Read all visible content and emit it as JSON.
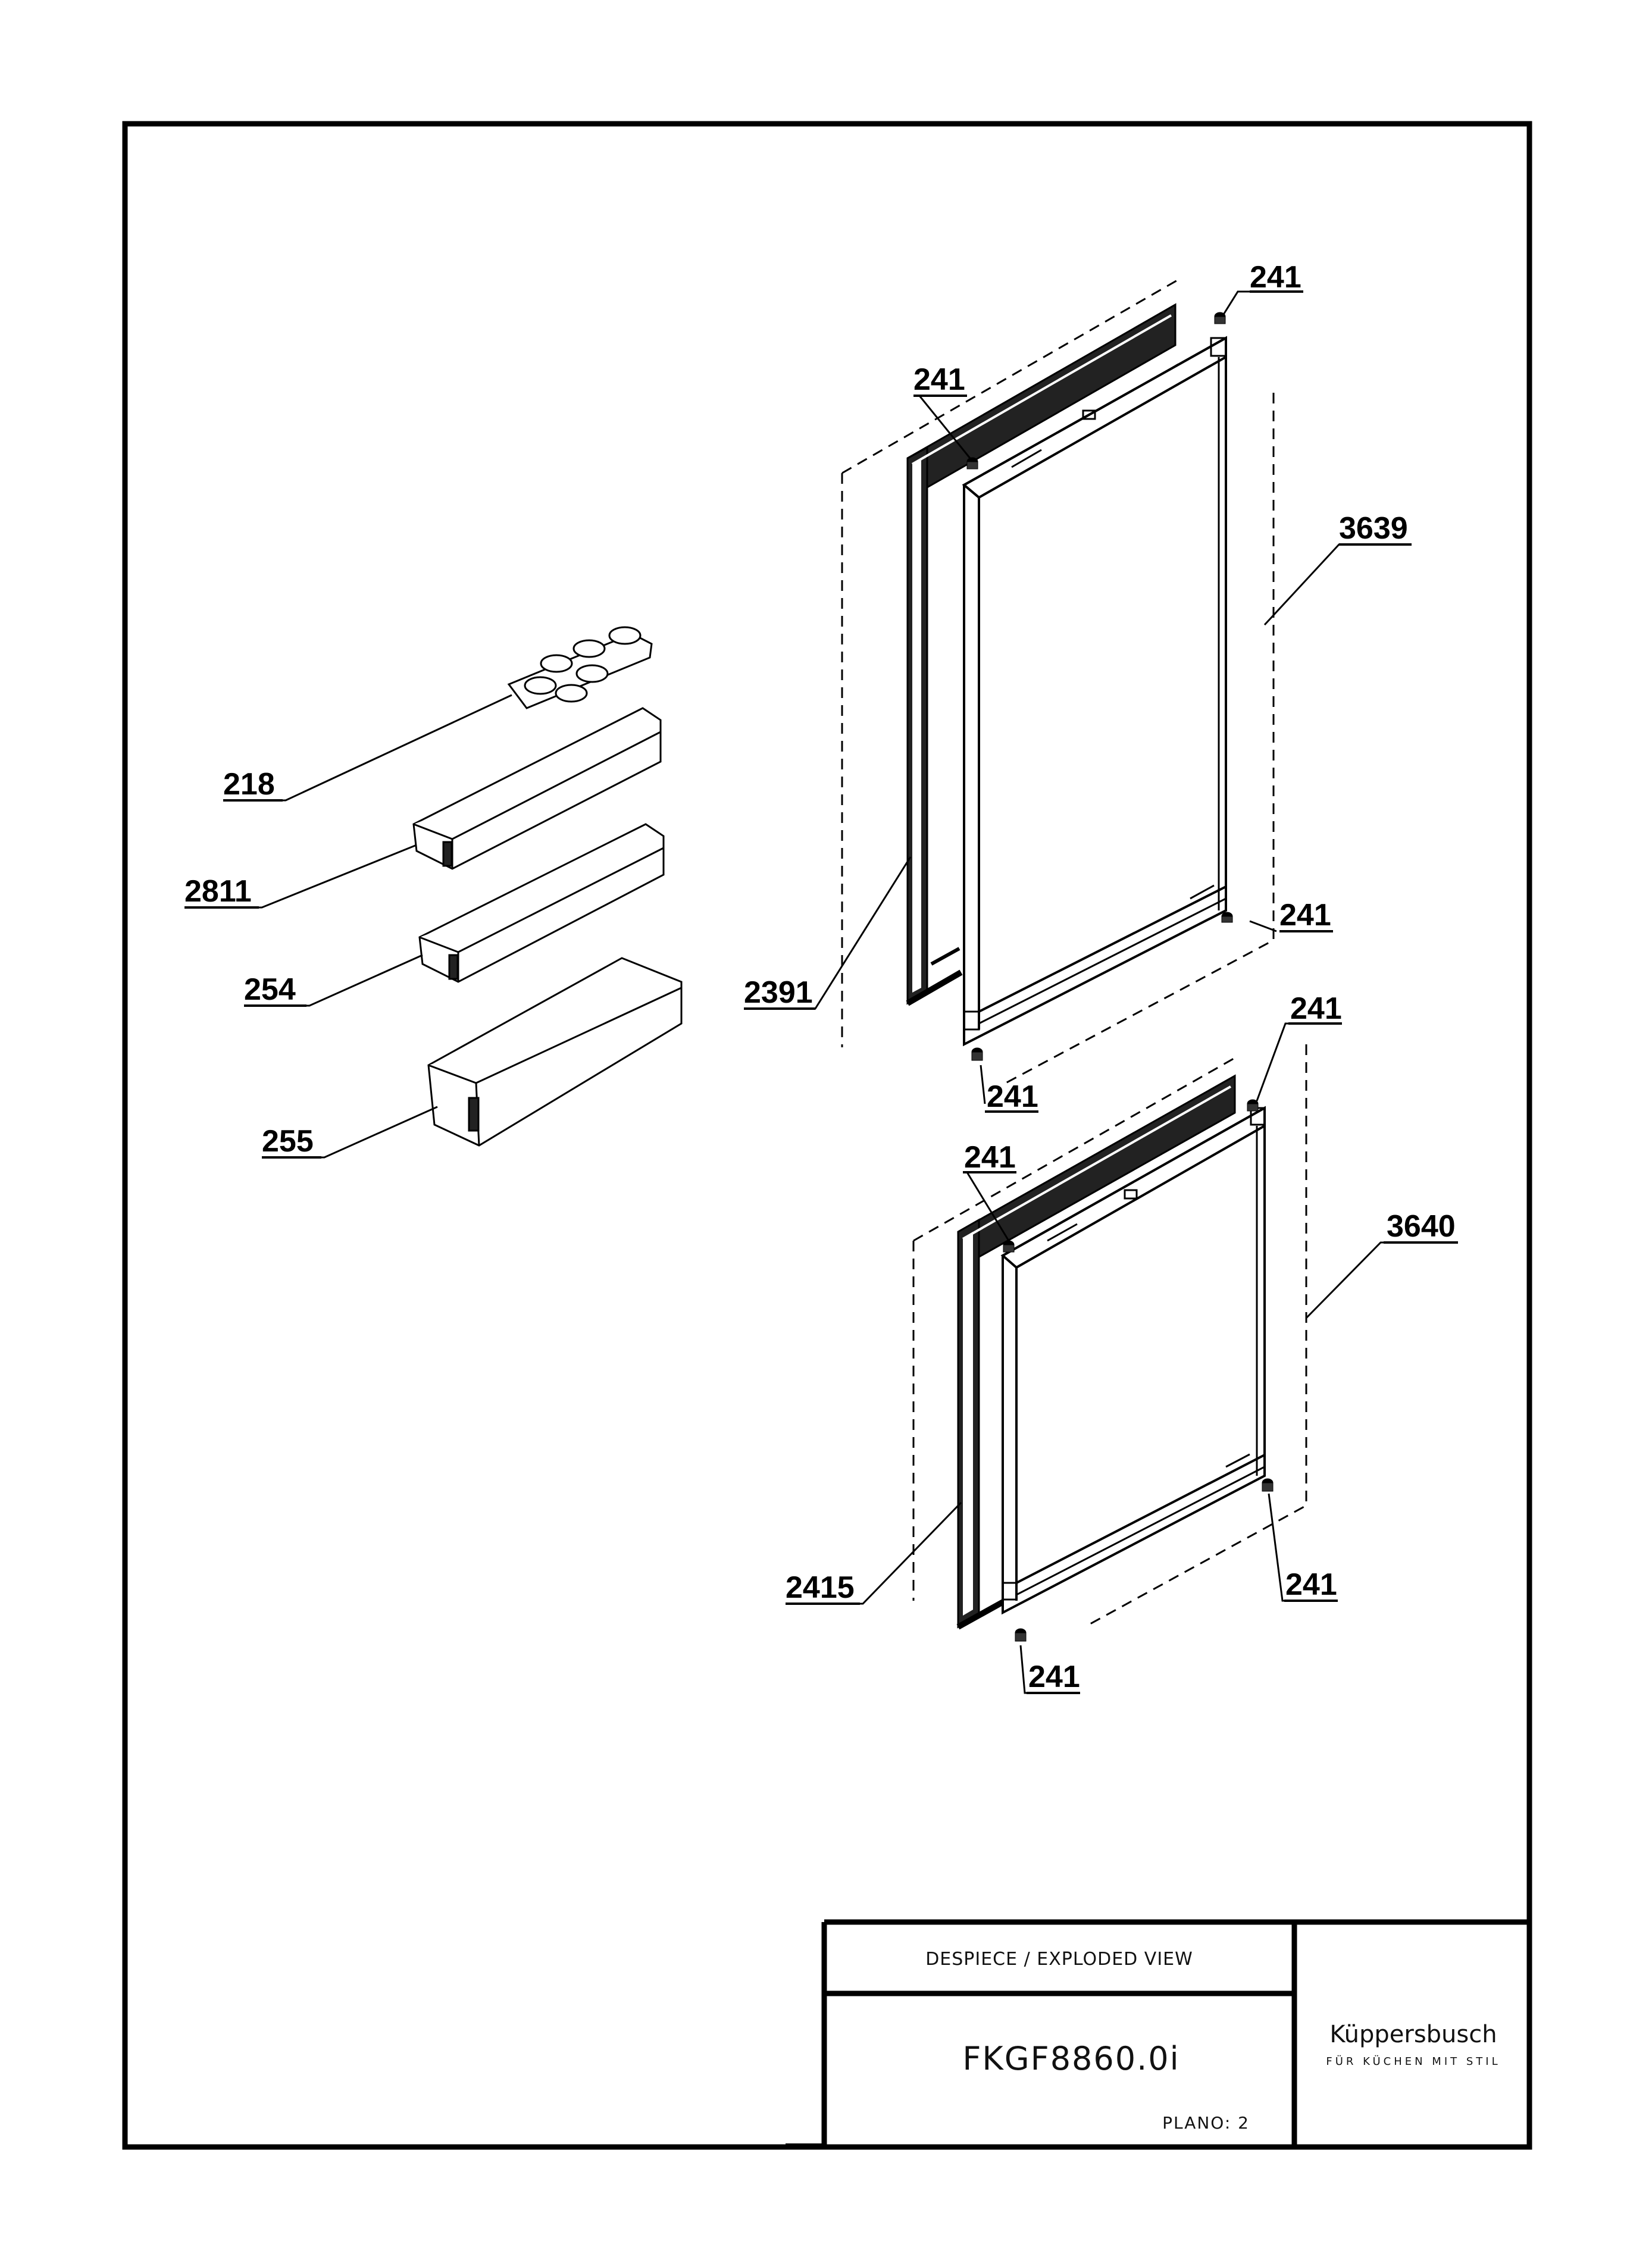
{
  "callouts": {
    "c218": "218",
    "c2811": "2811",
    "c254": "254",
    "c255": "255",
    "c2391": "2391",
    "c3639": "3639",
    "c241_a": "241",
    "c241_b": "241",
    "c241_c": "241",
    "c241_d": "241",
    "c2415": "2415",
    "c3640": "3640",
    "c241_e": "241",
    "c241_f": "241",
    "c241_g": "241",
    "c241_h": "241"
  },
  "title_block": {
    "view_title": "DESPIECE / EXPLODED VIEW",
    "model": "FKGF8860.0i",
    "plano": "PLANO: 2",
    "brand": "Küppersbusch",
    "slogan": "FÜR KÜCHEN MIT STIL"
  }
}
